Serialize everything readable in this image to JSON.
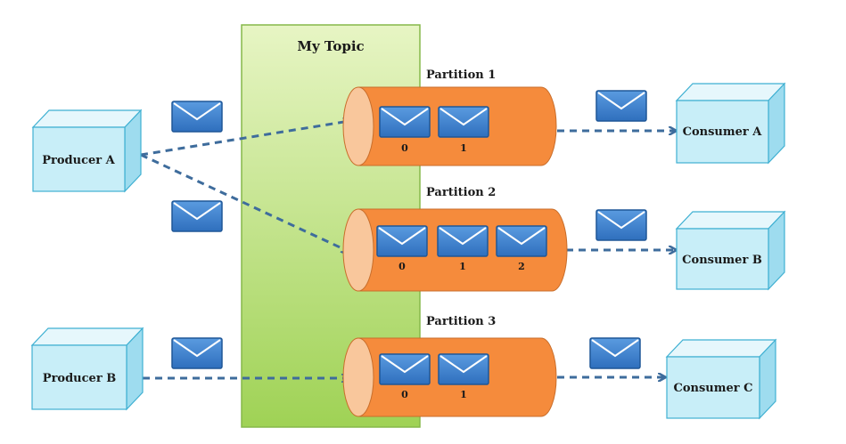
{
  "topic": {
    "label": "My Topic"
  },
  "producers": [
    {
      "id": "A",
      "label": "Producer A"
    },
    {
      "id": "B",
      "label": "Producer B"
    }
  ],
  "consumers": [
    {
      "id": "A",
      "label": "Consumer A"
    },
    {
      "id": "B",
      "label": "Consumer B"
    },
    {
      "id": "C",
      "label": "Consumer C"
    }
  ],
  "partitions": [
    {
      "label": "Partition 1",
      "offsets": [
        "0",
        "1"
      ]
    },
    {
      "label": "Partition 2",
      "offsets": [
        "0",
        "1",
        "2"
      ]
    },
    {
      "label": "Partition 3",
      "offsets": [
        "0",
        "1"
      ]
    }
  ],
  "colors": {
    "box_front": "#c8eef8",
    "box_top": "#e6f7fc",
    "box_side": "#9edcef",
    "box_stroke": "#3fb0d2",
    "topic_fill_top": "#e7f5c4",
    "topic_fill_bottom": "#9fd255",
    "topic_stroke": "#86b84a",
    "partition_body": "#f58b3c",
    "partition_cap": "#f9c79c",
    "envelope_fill": "#3f82d0",
    "envelope_stroke": "#1f5797",
    "arrow": "#3e6c9c"
  }
}
